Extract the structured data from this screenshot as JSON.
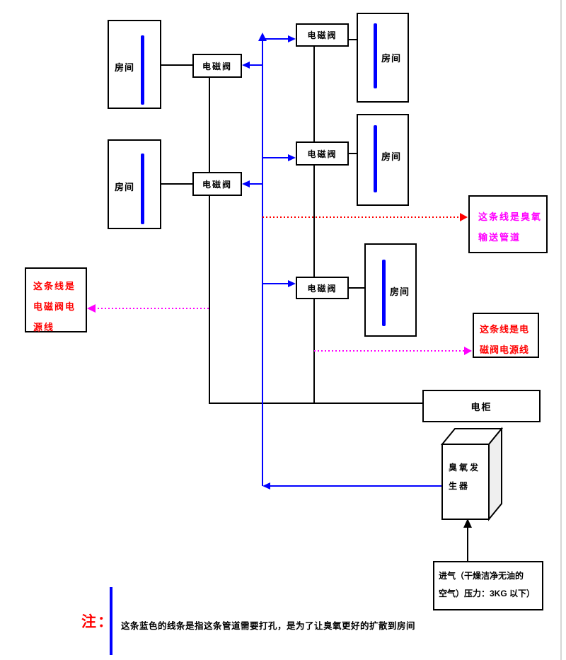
{
  "nodes": {
    "rooms": [
      "房间",
      "房间",
      "房间",
      "房间",
      "房间"
    ],
    "valves": [
      "电磁阀",
      "电磁阀",
      "电磁阀",
      "电磁阀",
      "电磁阀"
    ],
    "cabinet_label": "电柜",
    "generator_label": [
      "臭氧发",
      "生器"
    ],
    "intake_label": [
      "进气（干燥洁净无油的",
      "空气）压力：3KG 以下）"
    ]
  },
  "annotations": {
    "ozone_pipe": {
      "lines": [
        "这条线是臭氧",
        "输送管道"
      ]
    },
    "valve_power_left": {
      "lines": [
        "这条线是",
        "电磁阀电",
        "源线"
      ]
    },
    "valve_power_right": {
      "lines": [
        "这条线是电",
        "磁阀电源线"
      ]
    },
    "note_prefix": "注：",
    "note_text": "这条蓝色的线条是指这条管道需要打孔，是为了让臭氧更好的扩散到房间"
  },
  "colors": {
    "pipe_blue": "#0000ff",
    "ozone_line_red": "#ff0000",
    "power_line_magenta": "#ff00ff",
    "line_black": "#000000",
    "page_edge_gray": "#c8c8c8"
  }
}
